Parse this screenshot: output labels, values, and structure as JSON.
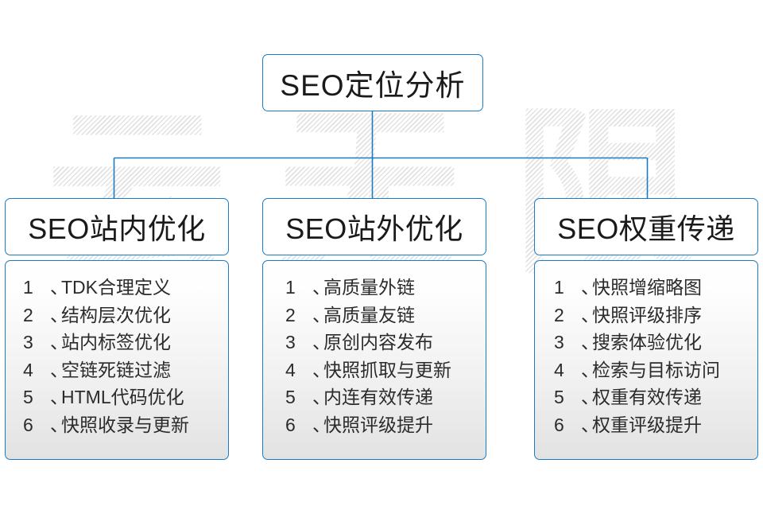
{
  "watermark": {
    "text": "云无限"
  },
  "diagram": {
    "root": {
      "label": "SEO定位分析"
    },
    "columns": [
      {
        "id": "seo-onsite",
        "header": "SEO站内优化",
        "items": [
          {
            "index": "1",
            "sep": "、",
            "label": "TDK合理定义"
          },
          {
            "index": "2",
            "sep": "、",
            "label": "结构层次优化"
          },
          {
            "index": "3",
            "sep": "、",
            "label": "站内标签优化"
          },
          {
            "index": "4",
            "sep": "、",
            "label": "空链死链过滤"
          },
          {
            "index": "5",
            "sep": "、",
            "label": "HTML代码优化"
          },
          {
            "index": "6",
            "sep": "、",
            "label": "快照收录与更新"
          }
        ]
      },
      {
        "id": "seo-offsite",
        "header": "SEO站外优化",
        "items": [
          {
            "index": "1",
            "sep": "、",
            "label": "高质量外链"
          },
          {
            "index": "2",
            "sep": "、",
            "label": "高质量友链"
          },
          {
            "index": "3",
            "sep": "、",
            "label": "原创内容发布"
          },
          {
            "index": "4",
            "sep": "、",
            "label": "快照抓取与更新"
          },
          {
            "index": "5",
            "sep": "、",
            "label": "内连有效传递"
          },
          {
            "index": "6",
            "sep": "、",
            "label": "快照评级提升"
          }
        ]
      },
      {
        "id": "seo-weight",
        "header": "SEO权重传递",
        "items": [
          {
            "index": "1",
            "sep": "、",
            "label": "快照增缩略图"
          },
          {
            "index": "2",
            "sep": "、",
            "label": "快照评级排序"
          },
          {
            "index": "3",
            "sep": "、",
            "label": "搜索体验优化"
          },
          {
            "index": "4",
            "sep": "、",
            "label": "检索与目标访问"
          },
          {
            "index": "5",
            "sep": "、",
            "label": "权重有效传递"
          },
          {
            "index": "6",
            "sep": "、",
            "label": "权重评级提升"
          }
        ]
      }
    ]
  },
  "colors": {
    "border": "#1b7cc4",
    "connector": "#1b7cc4",
    "text": "#1a1a1a",
    "item_text": "#2b2b2b",
    "body_gradient_top": "#ffffff",
    "body_gradient_bottom": "#e2e2e2",
    "watermark": "#e2e2e2",
    "page_background": "#ffffff"
  }
}
